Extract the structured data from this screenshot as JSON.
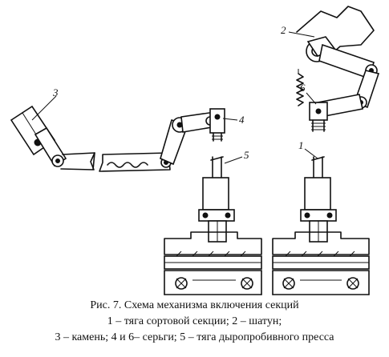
{
  "labels": {
    "l1": "1",
    "l2": "2",
    "l3": "3",
    "l4": "4",
    "l5": "5",
    "l6": "6"
  },
  "caption": {
    "title": "Рис. 7.  Схема механизма включения секций",
    "line2": "1 – тяга сортовой секции; 2 – шатун;",
    "line3": "3 – камень; 4 и 6– серьги; 5 – тяга дыропробивного пресса"
  }
}
